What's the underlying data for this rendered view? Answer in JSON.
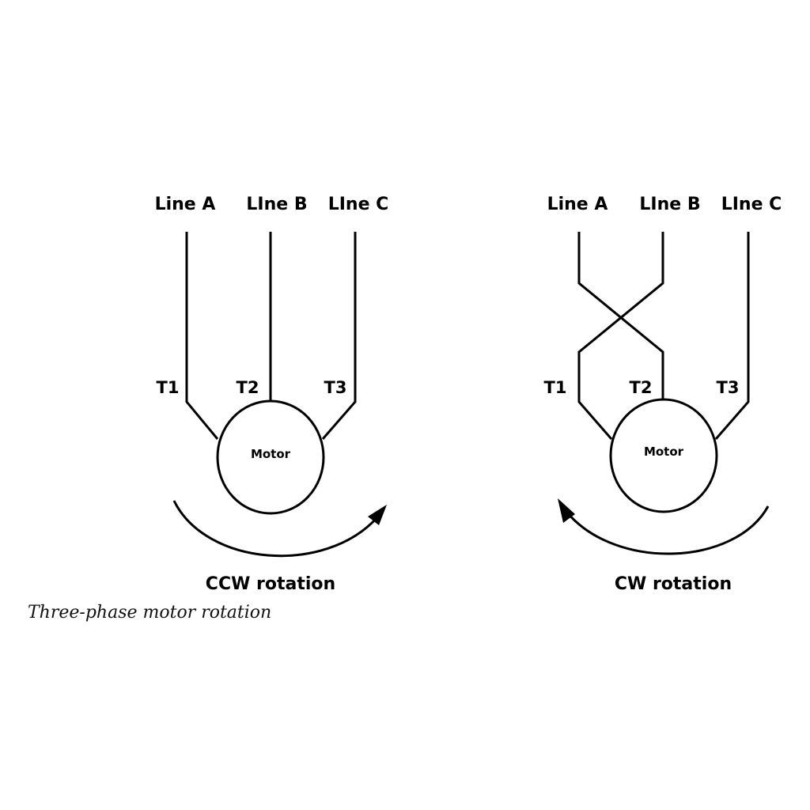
{
  "panels": [
    {
      "lines": [
        "Line A",
        "LIne B",
        "LIne C"
      ],
      "terminals": [
        "T1",
        "T2",
        "T3"
      ],
      "motor_label": "Motor",
      "rotation_label": "CCW rotation"
    },
    {
      "lines": [
        "Line A",
        "LIne B",
        "LIne C"
      ],
      "terminals": [
        "T1",
        "T2",
        "T3"
      ],
      "motor_label": "Motor",
      "rotation_label": "CW rotation"
    }
  ],
  "caption": "Three-phase motor rotation"
}
